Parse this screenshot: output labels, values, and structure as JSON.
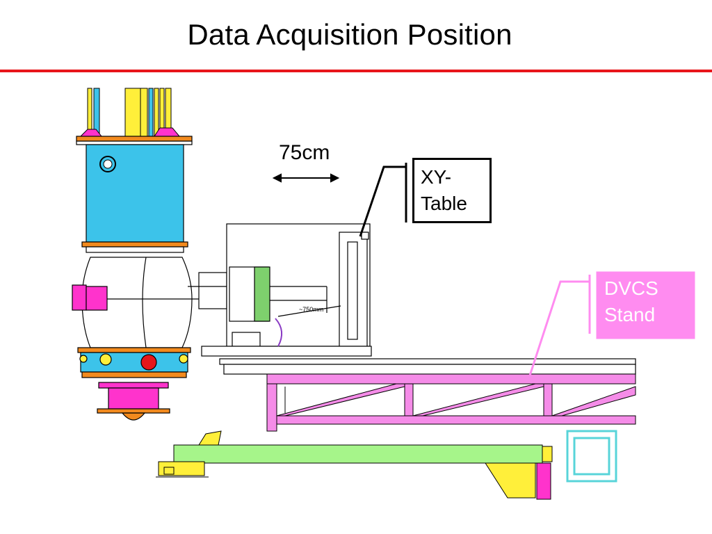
{
  "slide": {
    "title": "Data Acquisition Position"
  },
  "labels": {
    "xy_table": "XY-\nTable",
    "xy_table_line1": "XY-",
    "xy_table_line2": "Table",
    "dvcs_line1": "DVCS",
    "dvcs_line2": "Stand",
    "travel": "75cm",
    "inline_dim": "~750mm"
  },
  "colors": {
    "rule": "#e8161b",
    "magnet_cyan": "#3cc3ea",
    "magenta": "#ff33cc",
    "pink_stand": "#f58ce8",
    "dvcs_fill": "#ff8cf0",
    "green_rail": "#a6f58a",
    "yellow": "#ffef3a",
    "red_port": "#e5171b",
    "orange_cap": "#f28a1e",
    "teal_frame": "#58d4d9"
  }
}
